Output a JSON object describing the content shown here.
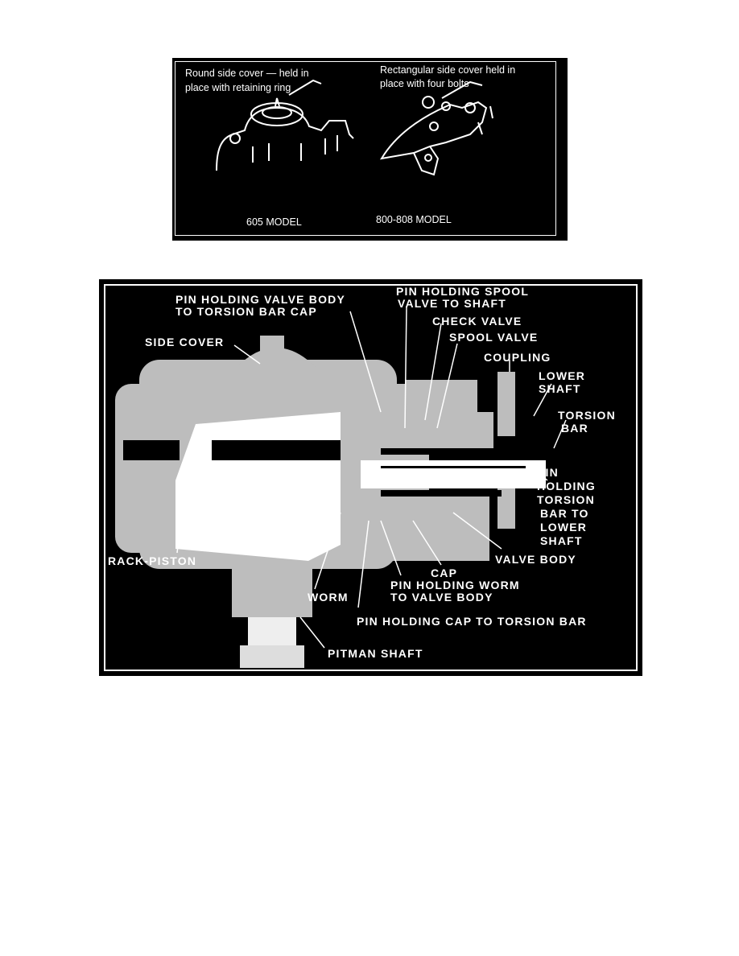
{
  "figure_top": {
    "left_caption": [
      "Round side cover — held in",
      "place with retaining ring"
    ],
    "right_caption": [
      "Rectangular side cover held in",
      "place with four bolts"
    ],
    "left_model": "605 MODEL",
    "right_model": "800-808 MODEL"
  },
  "figure_bottom": {
    "labels": {
      "pin_valve_body": [
        "PIN HOLDING VALVE BODY",
        "TO TORSION BAR CAP"
      ],
      "pin_spool": [
        "PIN HOLDING SPOOL",
        "VALVE TO SHAFT"
      ],
      "check_valve": "CHECK VALVE",
      "side_cover": "SIDE COVER",
      "spool_valve": "SPOOL VALVE",
      "coupling": "COUPLING",
      "lower_shaft": [
        "LOWER",
        "SHAFT"
      ],
      "torsion_bar": [
        "TORSION",
        "BAR"
      ],
      "pin_torsion": [
        "PIN",
        "HOLDING",
        "TORSION",
        "BAR TO",
        "LOWER",
        "SHAFT"
      ],
      "rack_piston": "RACK-PISTON",
      "valve_body": "VALVE BODY",
      "cap": "CAP",
      "pin_worm": [
        "PIN HOLDING WORM",
        "TO VALVE BODY"
      ],
      "worm": "WORM",
      "pin_cap": "PIN HOLDING CAP TO TORSION BAR",
      "pitman_shaft": "PITMAN SHAFT"
    }
  }
}
